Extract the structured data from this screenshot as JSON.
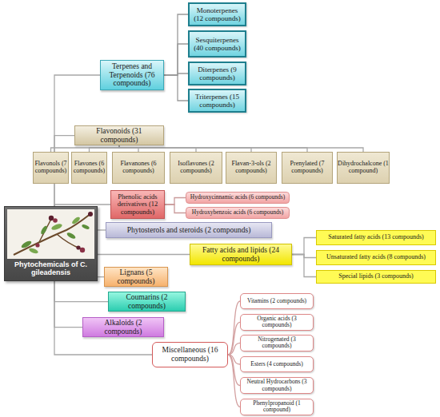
{
  "diagram": {
    "nodes": [
      {
        "text": [
          "Phytochemicals of C. gileadensis"
        ]
      },
      {
        "text": [
          "Terpenes and Terpenoids (76 compounds)"
        ]
      },
      {
        "text": [
          "Monoterpenes (12 compounds)"
        ]
      },
      {
        "text": [
          "Sesquiterpenes (40 compounds)"
        ]
      },
      {
        "text": [
          "Diterpenes (9 compounds)"
        ]
      },
      {
        "text": [
          "Triterpenes (15 compounds)"
        ]
      },
      {
        "text": [
          "Flavonoids (31 compounds)"
        ]
      },
      {
        "text": [
          "Flavonols (7 compounds)"
        ]
      },
      {
        "text": [
          "Flavones (6 compounds)"
        ]
      },
      {
        "text": [
          "Flavanones (6 compounds)"
        ]
      },
      {
        "text": [
          "Isoflavones (2 compounds)"
        ]
      },
      {
        "text": [
          "Flavan-3-ols (2 compounds)"
        ]
      },
      {
        "text": [
          "Prenylated (7 compounds)"
        ]
      },
      {
        "text": [
          "Dihydrochalcone (1 compound)"
        ]
      },
      {
        "text": [
          "Phenolic acids derivatives (12 compounds)"
        ]
      },
      {
        "text": [
          "Hydroxycinnamic acids (6 compounds)"
        ]
      },
      {
        "text": [
          "Hydroxybenzoic acids (6 compounds)"
        ]
      },
      {
        "text": [
          "Phytosterols and steroids (2 compounds)"
        ]
      },
      {
        "text": [
          "Fatty acids and lipids (24 compounds)"
        ]
      },
      {
        "text": [
          "Saturated fatty acids (13 compounds)"
        ]
      },
      {
        "text": [
          "Unsaturated fatty acids (8 compounds)"
        ]
      },
      {
        "text": [
          "Special lipids (3 compounds)"
        ]
      },
      {
        "text": [
          "Lignans (5 compounds)"
        ]
      },
      {
        "text": [
          "Coumarins (2 compounds)"
        ]
      },
      {
        "text": [
          "Alkaloids (2 compounds)"
        ]
      },
      {
        "text": [
          "Miscellaneous (16 compounds)"
        ]
      },
      {
        "text": [
          "Vitamins (2 compounds)"
        ]
      },
      {
        "text": [
          "Organic acids (3 compounds)"
        ]
      },
      {
        "text": [
          "Nitrogenated (3 compounds)"
        ]
      },
      {
        "text": [
          "Esters (4 compounds)"
        ]
      },
      {
        "text": [
          "Neutral Hydrocarbons (3 compounds)"
        ]
      },
      {
        "text": [
          "Phenylpropanoid (1 compound)"
        ]
      }
    ],
    "edges": [
      {
        "from": 0,
        "to": 1,
        "arrow": "none"
      },
      {
        "from": 0,
        "to": 6,
        "arrow": "none"
      },
      {
        "from": 0,
        "to": 14,
        "arrow": "none"
      },
      {
        "from": 0,
        "to": 17,
        "arrow": "none"
      },
      {
        "from": 0,
        "to": 18,
        "arrow": "none"
      },
      {
        "from": 0,
        "to": 22,
        "arrow": "none"
      },
      {
        "from": 0,
        "to": 23,
        "arrow": "none"
      },
      {
        "from": 0,
        "to": 24,
        "arrow": "none"
      },
      {
        "from": 0,
        "to": 25,
        "arrow": "none"
      },
      {
        "from": 1,
        "to": 2,
        "arrow": "none"
      },
      {
        "from": 1,
        "to": 3,
        "arrow": "none"
      },
      {
        "from": 1,
        "to": 4,
        "arrow": "none"
      },
      {
        "from": 1,
        "to": 5,
        "arrow": "none"
      },
      {
        "from": 6,
        "to": 7,
        "arrow": "none"
      },
      {
        "from": 6,
        "to": 8,
        "arrow": "none"
      },
      {
        "from": 6,
        "to": 9,
        "arrow": "none"
      },
      {
        "from": 6,
        "to": 10,
        "arrow": "none"
      },
      {
        "from": 6,
        "to": 11,
        "arrow": "none"
      },
      {
        "from": 6,
        "to": 12,
        "arrow": "none"
      },
      {
        "from": 6,
        "to": 13,
        "arrow": "none"
      },
      {
        "from": 14,
        "to": 15,
        "arrow": "none"
      },
      {
        "from": 14,
        "to": 16,
        "arrow": "none"
      },
      {
        "from": 18,
        "to": 19,
        "arrow": "none"
      },
      {
        "from": 18,
        "to": 20,
        "arrow": "none"
      },
      {
        "from": 18,
        "to": 21,
        "arrow": "none"
      },
      {
        "from": 25,
        "to": 26,
        "arrow": "none"
      },
      {
        "from": 25,
        "to": 27,
        "arrow": "none"
      },
      {
        "from": 25,
        "to": 28,
        "arrow": "none"
      },
      {
        "from": 25,
        "to": 29,
        "arrow": "none"
      },
      {
        "from": 25,
        "to": 30,
        "arrow": "none"
      },
      {
        "from": 25,
        "to": 31,
        "arrow": "none"
      }
    ]
  }
}
